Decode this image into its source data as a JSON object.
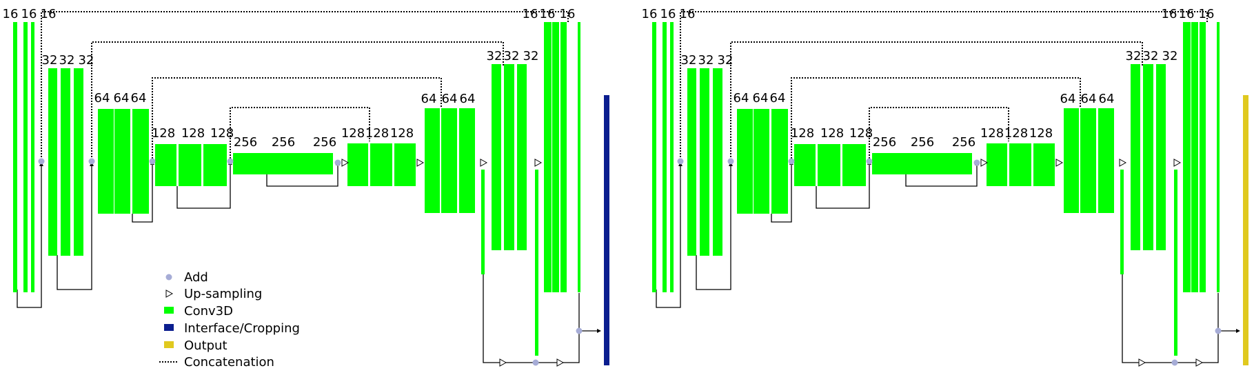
{
  "colors": {
    "conv": "#00ff00",
    "add": "#a6acd6",
    "interface": "#0b1e8f",
    "output": "#e0c91f",
    "line": "#000000"
  },
  "legend": [
    {
      "label": "Add",
      "marker": "add"
    },
    {
      "label": "Up-sampling",
      "marker": "upsample"
    },
    {
      "label": "Conv3D",
      "marker": "conv"
    },
    {
      "label": "Interface/Cropping",
      "marker": "interface"
    },
    {
      "label": "Output",
      "marker": "output"
    },
    {
      "label": "Concatenation",
      "marker": "concat"
    }
  ],
  "networks": [
    {
      "id": "left",
      "final_block": "interface",
      "labels": [
        "16",
        "16",
        "16",
        "32",
        "32",
        "32",
        "64",
        "64",
        "64",
        "128",
        "128",
        "128",
        "256",
        "256",
        "256",
        "128",
        "128",
        "128",
        "64",
        "64",
        "64",
        "32",
        "32",
        "32",
        "16",
        "16",
        "16"
      ]
    },
    {
      "id": "right",
      "final_block": "output",
      "labels": [
        "16",
        "16",
        "16",
        "32",
        "32",
        "32",
        "64",
        "64",
        "64",
        "128",
        "128",
        "128",
        "256",
        "256",
        "256",
        "128",
        "128",
        "128",
        "64",
        "64",
        "64",
        "32",
        "32",
        "32",
        "16",
        "16",
        "16"
      ]
    }
  ]
}
